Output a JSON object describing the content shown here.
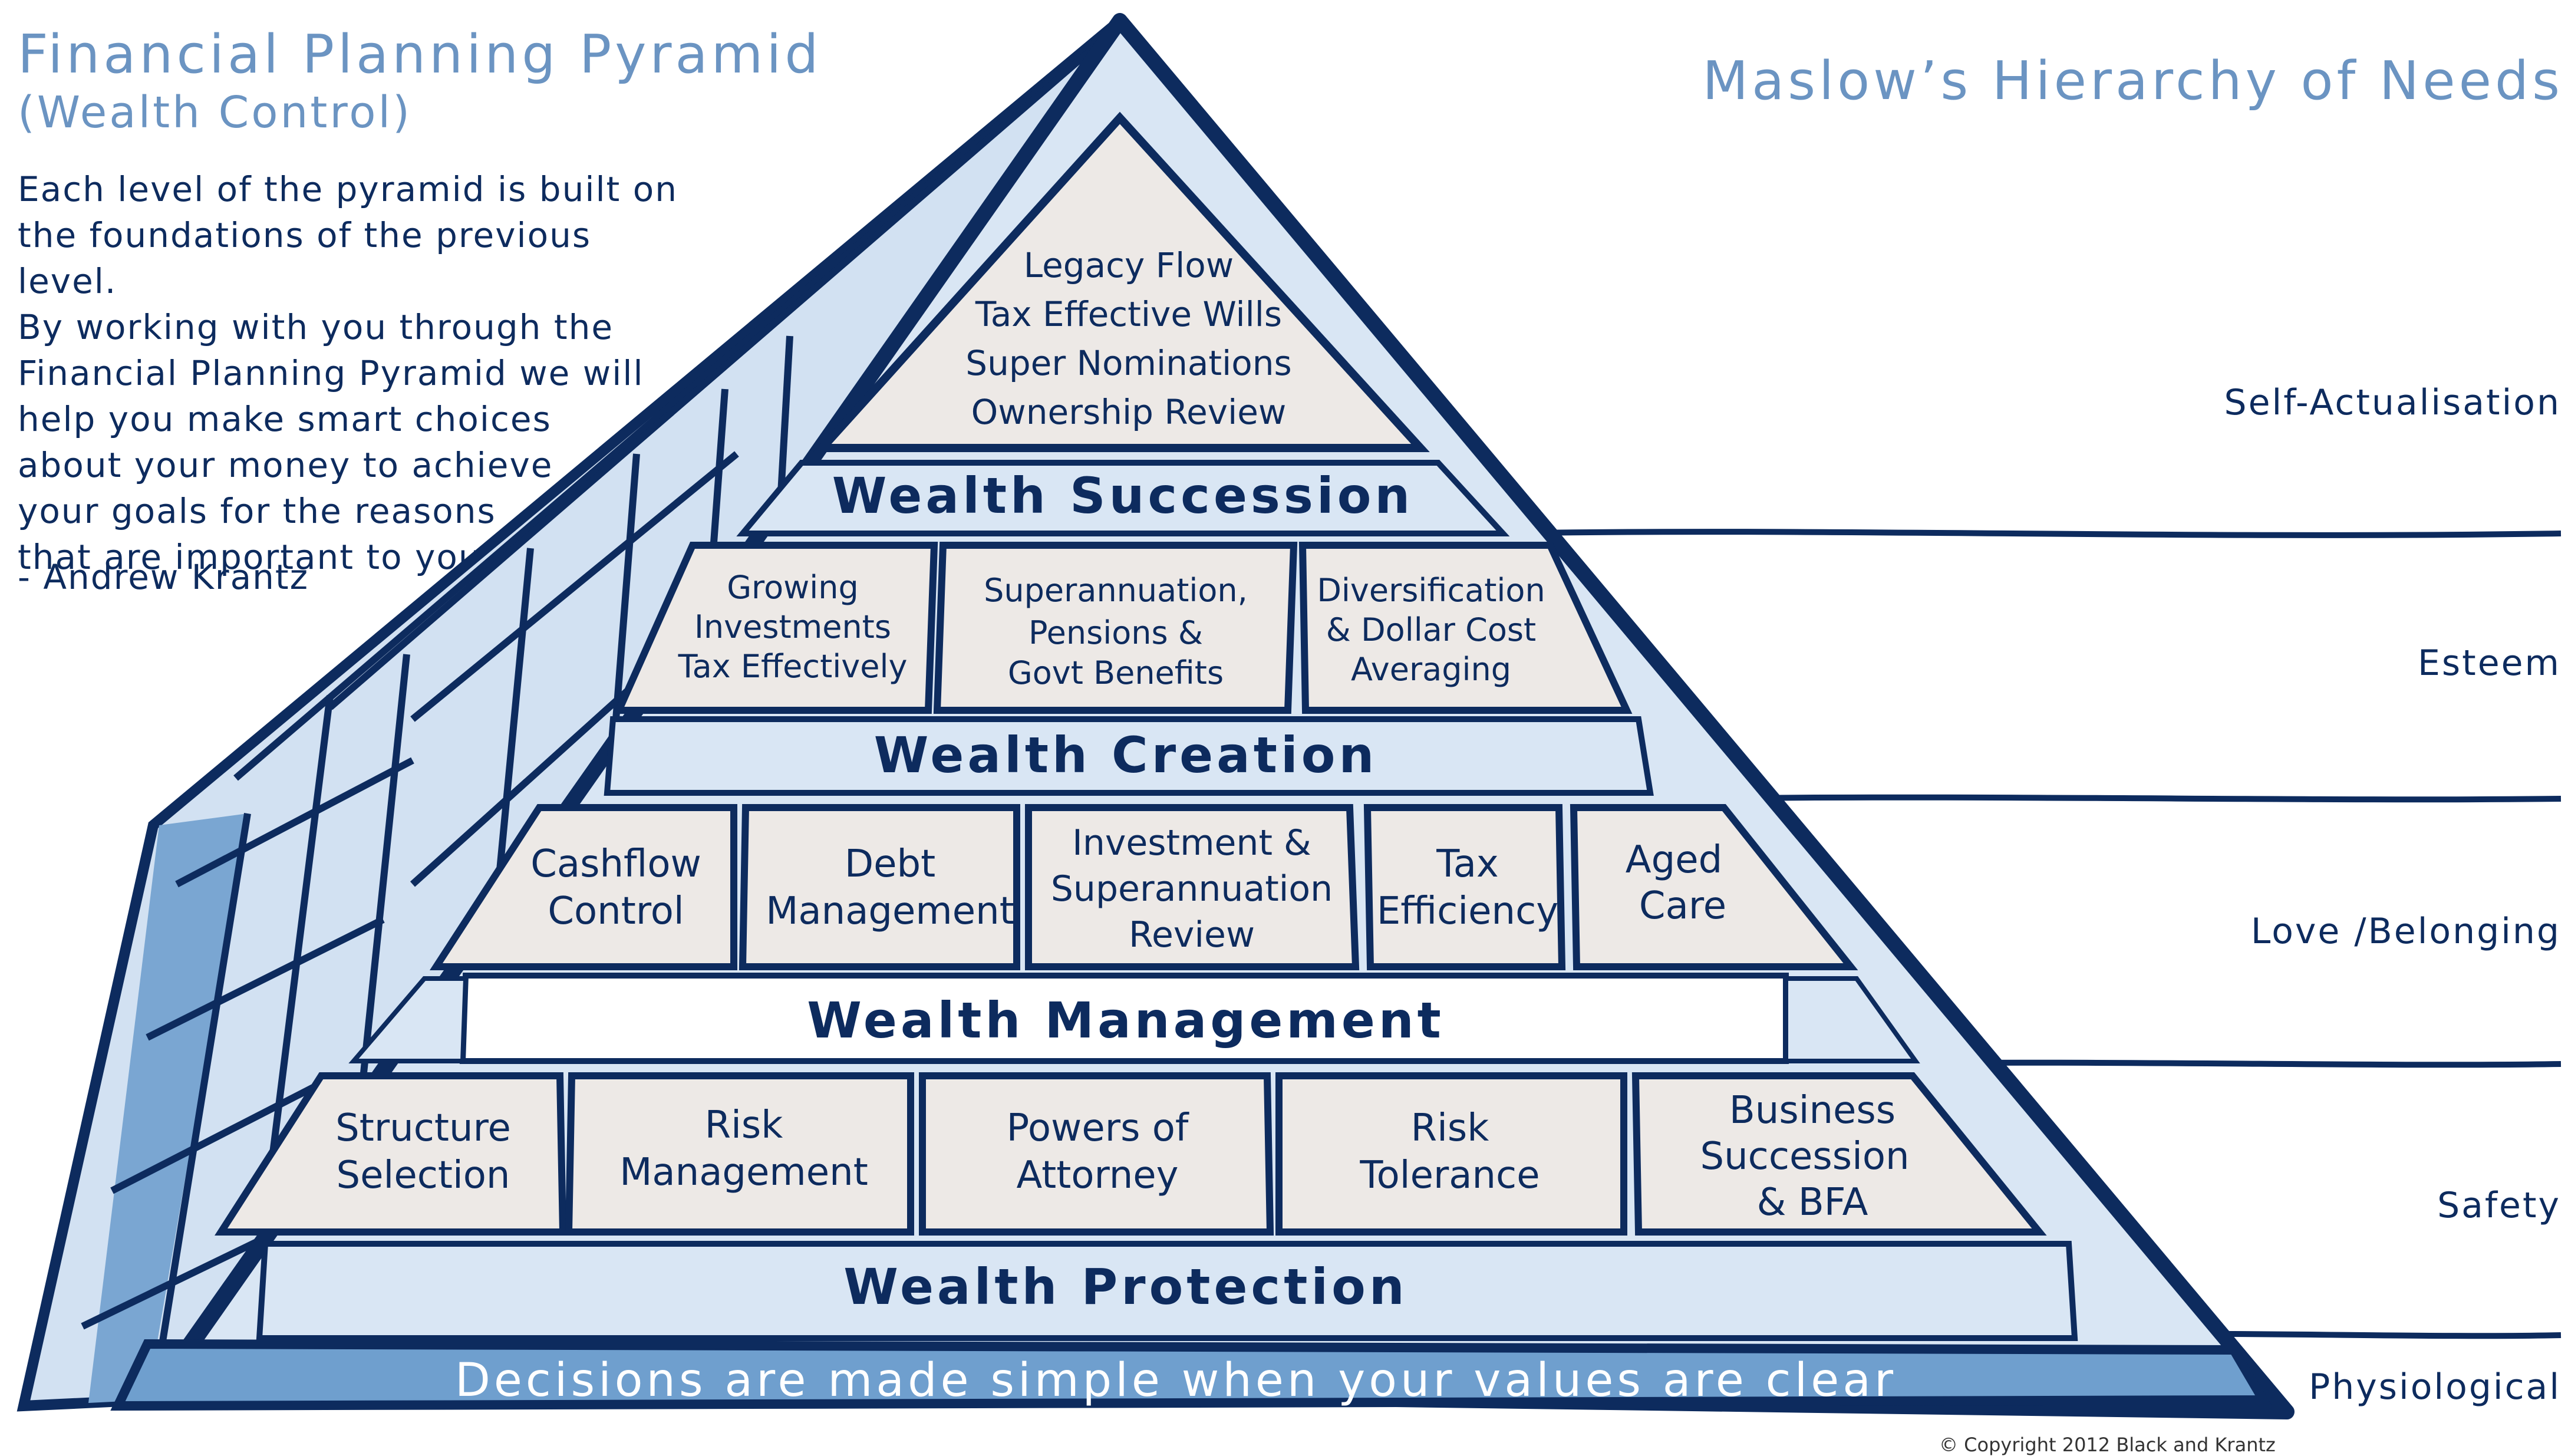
{
  "title": "Financial Planning Pyramid",
  "subtitle": "(Wealth Control)",
  "intro_lines": [
    "Each level of the pyramid is built on",
    "the foundations of the previous level.",
    "By working with you through the",
    "Financial Planning Pyramid we will",
    "help you make smart choices",
    "about your money to achieve",
    "your goals for the reasons",
    "that are important to you."
  ],
  "author": "- Andrew Krantz",
  "maslow": {
    "title": "Maslow’s Hierarchy of Needs",
    "levels": [
      "Self-Actualisation",
      "Esteem",
      "Love /Belonging",
      "Safety",
      "Physiological"
    ]
  },
  "pyramid": {
    "top_block": [
      "Legacy Flow",
      "Tax Effective Wills",
      "Super Nominations",
      "Ownership Review"
    ],
    "bands": [
      "Wealth Succession",
      "Wealth Creation",
      "Wealth Management",
      "Wealth Protection"
    ],
    "creation_blocks": [
      [
        "Growing",
        "Investments",
        "Tax Effectively"
      ],
      [
        "Superannuation,",
        "Pensions &",
        "Govt Benefits"
      ],
      [
        "Diversification",
        "& Dollar Cost",
        "Averaging"
      ]
    ],
    "management_blocks": [
      [
        "Cashflow",
        "Control"
      ],
      [
        "Debt",
        "Management"
      ],
      [
        "Investment &",
        "Superannuation",
        "Review"
      ],
      [
        "Tax",
        "Efficiency"
      ],
      [
        "Aged",
        "Care"
      ]
    ],
    "protection_blocks": [
      [
        "Structure",
        "Selection"
      ],
      [
        "Risk",
        "Management"
      ],
      [
        "Powers of",
        "Attorney"
      ],
      [
        "Risk",
        "Tolerance"
      ],
      [
        "Business",
        "Succession",
        "& BFA"
      ]
    ],
    "base_text": "Decisions are made simple when your values are clear"
  },
  "copyright": "© Copyright 2012 Black and Krantz",
  "colors": {
    "navy": "#0d2b5e",
    "title_blue": "#6b94c2",
    "block_fill": "#ede9e6",
    "band_fill": "#d9e6f4",
    "base_fill": "#6f9fce",
    "side_fill": "#c7d9ee"
  }
}
